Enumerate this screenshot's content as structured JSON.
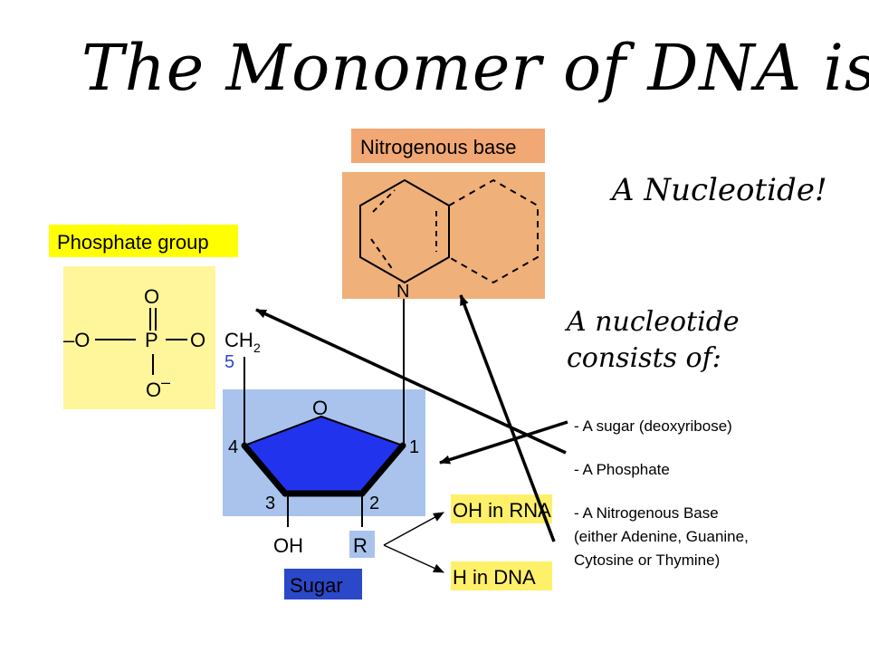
{
  "slide": {
    "title": "The Monomer of DNA is…",
    "answer": "A Nucleotide!",
    "consists_line1": "A nucleotide",
    "consists_line2": "consists of:",
    "components": [
      "- A sugar (deoxyribose)",
      "- A Phosphate",
      "- A Nitrogenous Base",
      "(either Adenine, Guanine,",
      "Cytosine or Thymine)"
    ]
  },
  "diagram": {
    "nitrogenous_base_label": "Nitrogenous base",
    "ring_nitrogen": "N",
    "phosphate_group_label": "Phosphate group",
    "phosphate_O_top": "O",
    "phosphate_O_left": "–O",
    "phosphate_P": "P",
    "phosphate_O_right": "O",
    "phosphate_CH": "CH",
    "phosphate_sub": "2",
    "phosphate_O_bottom": "O",
    "phosphate_O_bottom_charge": "–",
    "carbon_5": "5",
    "sugar_ring_O": "O",
    "carbon_4": "4",
    "carbon_1": "1",
    "carbon_3": "3",
    "carbon_2": "2",
    "sugar_OH": "OH",
    "sugar_R": "R",
    "sugar_label": "Sugar",
    "rna_label": "OH in RNA",
    "dna_label": "H in DNA"
  },
  "colors": {
    "base_panel": "#f0b07a",
    "base_label_bg": "#f2a874",
    "phosphate_label_bg": "#ffff00",
    "phosphate_panel": "#fff59a",
    "sugar_panel": "#a9c3ec",
    "sugar_ring": "#2233ee",
    "sugar_label_bg": "#2b48c8",
    "rna_dna_label_bg": "#fff06a"
  }
}
